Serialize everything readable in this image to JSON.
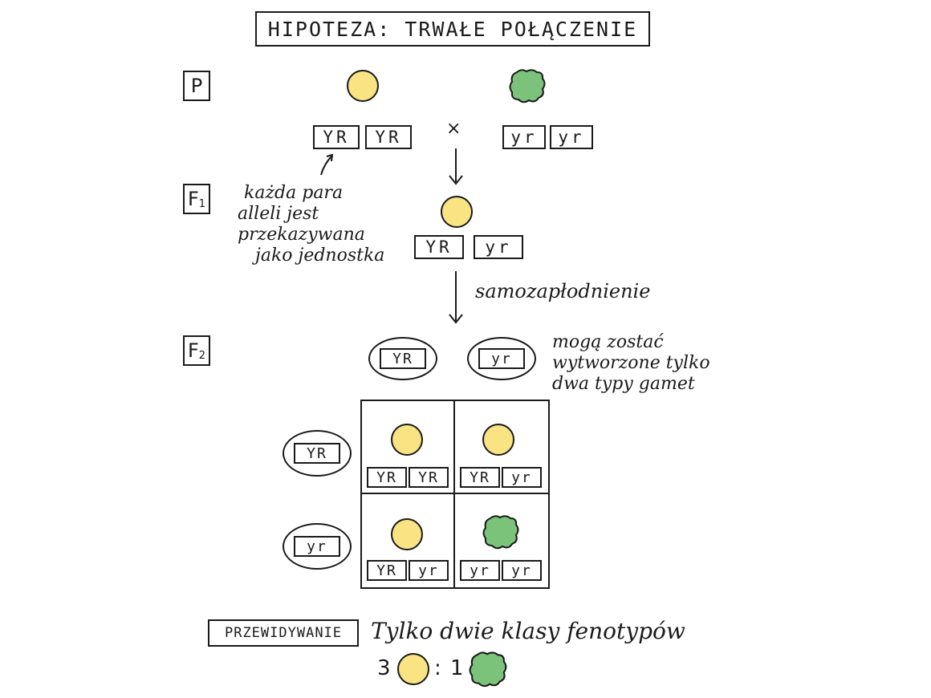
{
  "title": "HIPOTEZA: TRWAŁE POŁĄCZENIE",
  "generations": {
    "p": "P",
    "f1_letter": "F",
    "f1_sub": "1",
    "f2_letter": "F",
    "f2_sub": "2"
  },
  "parents": {
    "left_genotype": [
      "YR",
      "YR"
    ],
    "right_genotype": [
      "yr",
      "yr"
    ],
    "cross_symbol": "×"
  },
  "f1_genotype": [
    "YR",
    "yr"
  ],
  "annotations": {
    "linked_note": [
      "każda para",
      "alleli jest",
      "przekazywana",
      "jako jednostka"
    ],
    "self_fertilization": "samozapłodnienie",
    "gamete_note": [
      "mogą zostać",
      "wytworzone tylko",
      "dwa typy gamet"
    ]
  },
  "gametes": {
    "top": [
      "YR",
      "yr"
    ],
    "side": [
      "YR",
      "yr"
    ]
  },
  "punnett": [
    [
      [
        "YR",
        "YR"
      ],
      [
        "YR",
        "yr"
      ]
    ],
    [
      [
        "YR",
        "yr"
      ],
      [
        "yr",
        "yr"
      ]
    ]
  ],
  "prediction": {
    "label": "PRZEWIDYWANIE",
    "text": "Tylko dwie klasy fenotypów",
    "ratio_yellow": "3",
    "ratio_separator": ":",
    "ratio_green": "1"
  },
  "colors": {
    "yellow_pea": "#f9e383",
    "green_pea": "#7bc37b",
    "ink": "#1a1a1a"
  },
  "icons": {
    "yellow": "round-yellow-pea-icon",
    "green": "wrinkled-green-pea-icon"
  }
}
